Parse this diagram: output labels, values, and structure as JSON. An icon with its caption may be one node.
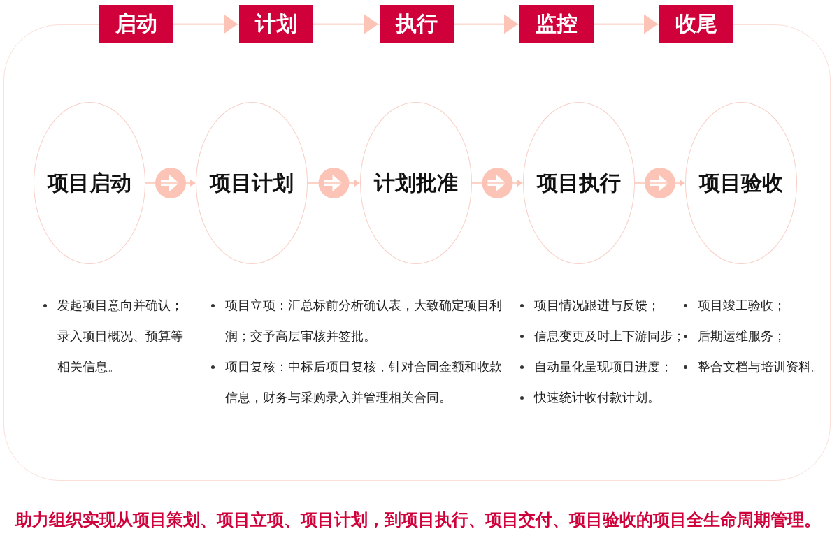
{
  "diagram": {
    "caption": "助力组织实现从项目策划、项目立项、项目计划，到项目执行、项目交付、项目验收的项目全生命周期管理。",
    "nodes": [
      {
        "text": [
          "启动"
        ]
      },
      {
        "text": [
          "计划"
        ]
      },
      {
        "text": [
          "执行"
        ]
      },
      {
        "text": [
          "监控"
        ]
      },
      {
        "text": [
          "收尾"
        ]
      },
      {
        "text": [
          "项目启动"
        ],
        "beside": [
          "发起项目意向并确认；录入项目概况、预算等相关信息。"
        ]
      },
      {
        "text": [
          "项目计划"
        ],
        "beside": [
          "项目立项：汇总标前分析确认表，大致确定项目利润；交予高层审核并签批。",
          "项目复核：中标后项目复核，针对合同金额和收款信息，财务与采购录入并管理相关合同。"
        ]
      },
      {
        "text": [
          "计划批准"
        ]
      },
      {
        "text": [
          "项目执行"
        ],
        "beside": [
          "项目情况跟进与反馈；",
          "信息变更及时上下游同步；",
          "自动量化呈现项目进度；",
          "快速统计收付款计划。"
        ]
      },
      {
        "text": [
          "项目验收"
        ],
        "beside": [
          "项目竣工验收；",
          "后期运维服务；",
          "整合文档与培训资料。"
        ]
      }
    ],
    "edges": [
      {
        "from": 0,
        "to": 1,
        "arrow": "to"
      },
      {
        "from": 1,
        "to": 2,
        "arrow": "to"
      },
      {
        "from": 2,
        "to": 3,
        "arrow": "to"
      },
      {
        "from": 3,
        "to": 4,
        "arrow": "to"
      },
      {
        "from": 5,
        "to": 6,
        "arrow": "to"
      },
      {
        "from": 6,
        "to": 7,
        "arrow": "to"
      },
      {
        "from": 7,
        "to": 8,
        "arrow": "to"
      },
      {
        "from": 8,
        "to": 9,
        "arrow": "to"
      }
    ]
  }
}
